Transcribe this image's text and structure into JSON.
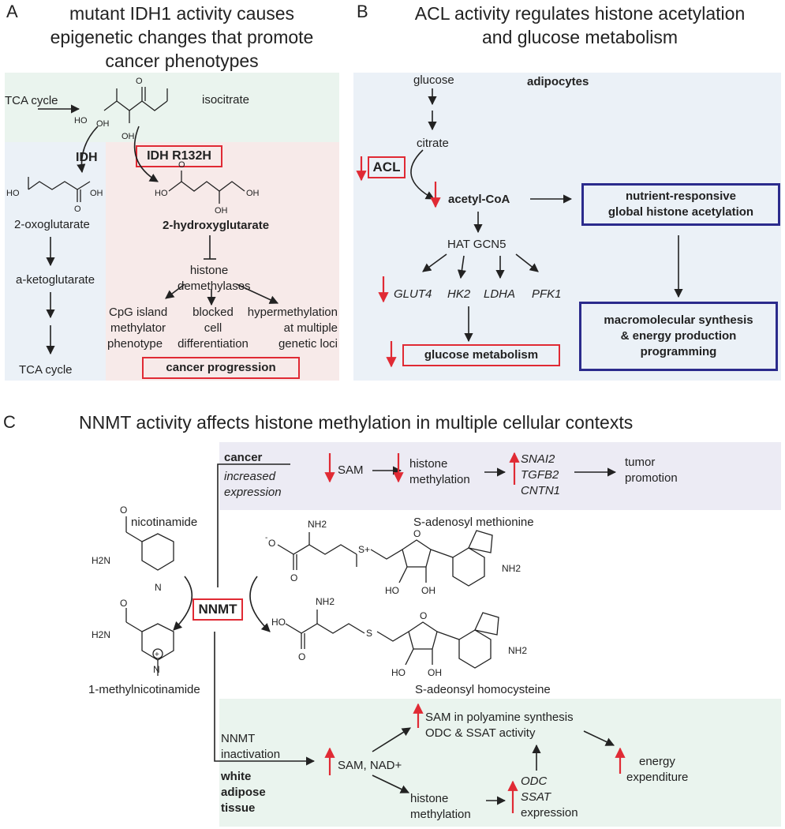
{
  "panelA": {
    "letter": "A",
    "title": [
      "mutant IDH1 activity causes",
      "epigenetic changes that promote",
      "cancer phenotypes"
    ],
    "tca_cycle_in": "TCA cycle",
    "isocitrate": "isocitrate",
    "idh": "IDH",
    "idh_mutant": "IDH R132H",
    "oxoglutarate": "2-oxoglutarate",
    "ketoglutarate": "a-ketoglutarate",
    "tca_cycle_out": "TCA cycle",
    "hydroxyglutarate": "2-hydroxyglutarate",
    "histone_demethylases": [
      "histone",
      "demethylases"
    ],
    "cpg": [
      "CpG island",
      "methylator",
      "phenotype"
    ],
    "blocked": [
      "blocked",
      "cell",
      "differentiation"
    ],
    "hyper": [
      "hypermethylation",
      "at multiple",
      "genetic loci"
    ],
    "cancer_progression": "cancer progression",
    "molecule_labels": {
      "oh": "OH",
      "o": "O",
      "ho": "HO"
    }
  },
  "panelB": {
    "letter": "B",
    "title": [
      "ACL activity regulates histone acetylation",
      "and glucose metabolism"
    ],
    "glucose": "glucose",
    "adipocytes": "adipocytes",
    "citrate": "citrate",
    "acl": "ACL",
    "acetyl_coa": "acetyl-CoA",
    "nutrient": [
      "nutrient-responsive",
      "global histone acetylation"
    ],
    "hat": "HAT GCN5",
    "genes": [
      "GLUT4",
      "HK2",
      "LDHA",
      "PFK1"
    ],
    "glucose_metabolism": "glucose metabolism",
    "macro": [
      "macromolecular synthesis",
      "& energy production",
      "programming"
    ]
  },
  "panelC": {
    "letter": "C",
    "title": "NNMT activity affects histone methylation in multiple cellular contexts",
    "cancer": "cancer",
    "increased_expression": [
      "increased",
      "expression"
    ],
    "sam": "SAM",
    "histone_methylation": [
      "histone",
      "methylation"
    ],
    "cancer_genes": [
      "SNAI2",
      "TGFB2",
      "CNTN1"
    ],
    "tumor": [
      "tumor",
      "promotion"
    ],
    "nicotinamide": "nicotinamide",
    "nnmt": "NNMT",
    "methylnicotinamide": "1-methylnicotinamide",
    "sam_name": "S-adenosyl methionine",
    "sah_name": "S-adeonsyl homocysteine",
    "nnmt_inactivation": [
      "NNMT",
      "inactivation"
    ],
    "wat": [
      "white",
      "adipose",
      "tissue"
    ],
    "sam_nad": "SAM, NAD+",
    "polyamine": [
      "SAM in polyamine synthesis",
      "ODC & SSAT activity"
    ],
    "wat_histone": [
      "histone",
      "methylation"
    ],
    "odc_ssat": [
      "ODC",
      "SSAT",
      "expression"
    ],
    "energy": [
      "energy",
      "expenditure"
    ],
    "chem": {
      "nh2": "NH2",
      "h2n": "H2N",
      "o": "O",
      "oh": "OH",
      "ho": "HO",
      "s": "S",
      "sp": "S+",
      "n": "N",
      "plus": "+",
      "neg": "-"
    }
  },
  "colors": {
    "red": "#e02a34",
    "navy": "#2b2b8c",
    "green_bg": "#eaf4ee",
    "blue_bg": "#ebf1f7",
    "pink_bg": "#f7eae9",
    "lav_bg": "#ecebf4"
  }
}
